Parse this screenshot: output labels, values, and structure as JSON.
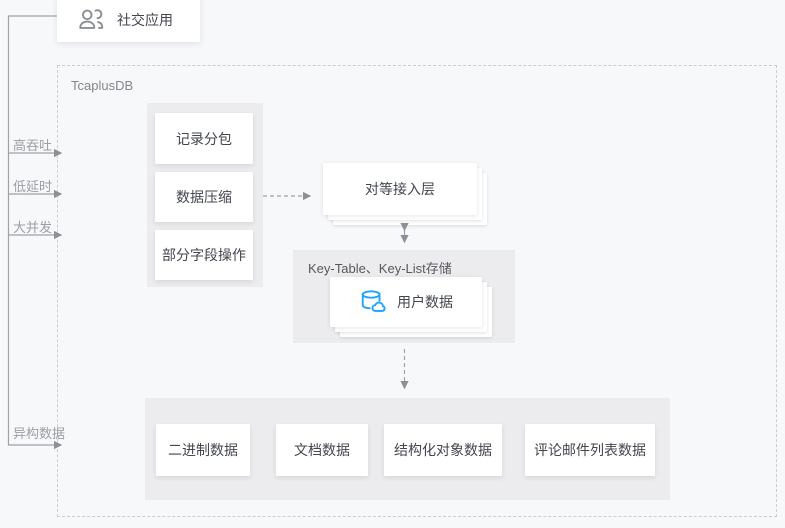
{
  "colors": {
    "background": "#f7f8fa",
    "panel_gray": "#ececee",
    "accent_blue": "#1aa3ff",
    "line_gray": "#9fa3a8",
    "text_dark": "#42464d",
    "text_muted": "#9b9ea4",
    "border_dashed": "#cbcdd1"
  },
  "app": {
    "label": "社交应用",
    "icon": "users-icon"
  },
  "container": {
    "title": "TcaplusDB"
  },
  "left_labels": [
    {
      "label": "高吞吐"
    },
    {
      "label": "低延时"
    },
    {
      "label": "大并发"
    },
    {
      "label": "异构数据"
    }
  ],
  "features": {
    "items": [
      {
        "label": "记录分包"
      },
      {
        "label": "数据压缩"
      },
      {
        "label": "部分字段操作"
      }
    ]
  },
  "access_layer": {
    "label": "对等接入层"
  },
  "storage": {
    "title": "Key-Table、Key-List存储",
    "item": {
      "label": "用户数据",
      "icon": "database-icon"
    }
  },
  "data_types": {
    "items": [
      {
        "label": "二进制数据"
      },
      {
        "label": "文档数据"
      },
      {
        "label": "结构化对象数据"
      },
      {
        "label": "评论邮件列表数据"
      }
    ]
  }
}
